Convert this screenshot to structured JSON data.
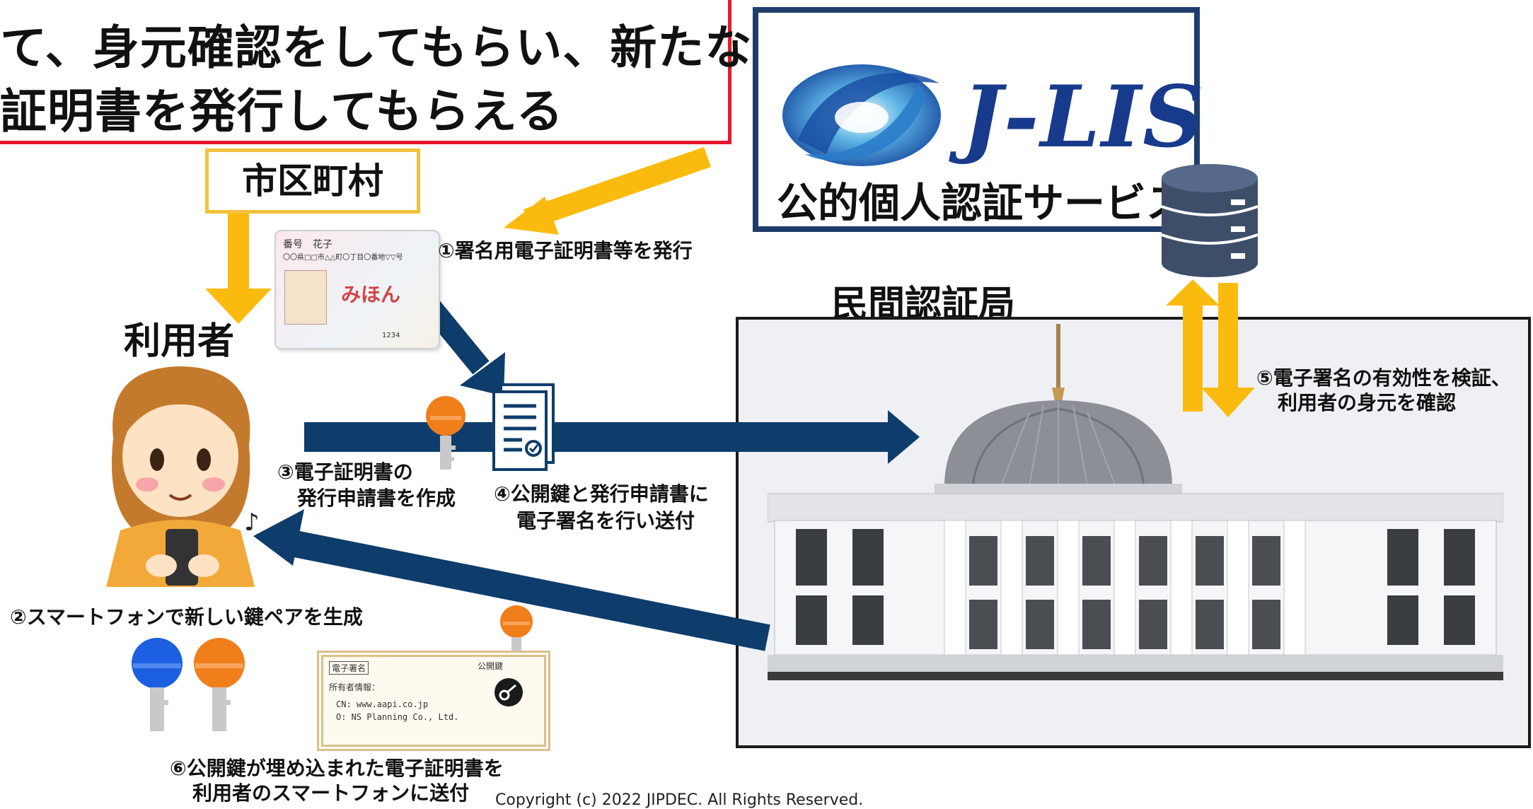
{
  "title": {
    "line1": "て、身元確認をしてもらい、新たな",
    "line2": "証明書を発行してもらえる"
  },
  "jlis": {
    "wordmark": "J-LIS",
    "service": "公的個人認証サービス"
  },
  "municipality": {
    "label": "市区町村"
  },
  "user": {
    "label": "利用者"
  },
  "ca": {
    "label": "民間認証局"
  },
  "steps": {
    "s1": "①署名用電子証明書等を発行",
    "s2": "②スマートフォンで新しい鍵ペアを生成",
    "s3_line1": "③電子証明書の",
    "s3_line2": "発行申請書を作成",
    "s4_line1": "④公開鍵と発行申請書に",
    "s4_line2": "電子署名を行い送付",
    "s5_line1": "⑤電子署名の有効性を検証、",
    "s5_line2": "利用者の身元を確認",
    "s6_line1": "⑥公開鍵が埋め込まれた電子証明書を",
    "s6_line2": "利用者のスマートフォンに送付"
  },
  "id_card": {
    "name": "番号　花子",
    "address": "〇〇県□□市△△町〇丁目〇番地▽▽号",
    "stamp": "みほん",
    "number": "1234"
  },
  "certificate": {
    "badge": "電子署名",
    "key_label": "公開鍵",
    "owner_label": "所有者情報：",
    "cn": "CN: www.aapi.co.jp",
    "org": "O: NS Planning Co., Ltd."
  },
  "copyright": "Copyright (c) 2022 JIPDEC.  All Rights Reserved.",
  "colors": {
    "navy_arrow": "#0e3d6b",
    "yellow_arrow": "#fbbb0e",
    "red_border": "#e8192c",
    "gold_border": "#f3c13b",
    "orange_key": "#f07e1b",
    "blue_key": "#1c5fe0",
    "jlis_blue": "#173a8c"
  }
}
